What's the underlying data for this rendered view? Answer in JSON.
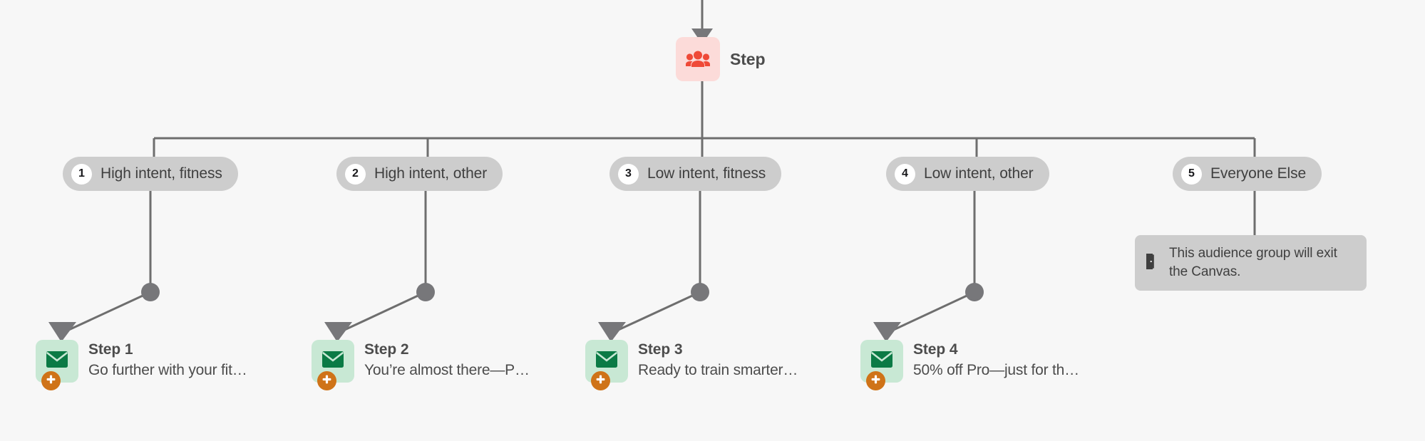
{
  "canvas": {
    "background_color": "#f7f7f7",
    "connector_color": "#6e6e6e"
  },
  "audience_node": {
    "label": "Step",
    "icon": "people-group-icon",
    "tile_color": "#fcdbd9",
    "icon_color": "#ef4a38"
  },
  "branches": [
    {
      "number": "1",
      "label": "High intent, fitness"
    },
    {
      "number": "2",
      "label": "High intent, other"
    },
    {
      "number": "3",
      "label": "Low intent, fitness"
    },
    {
      "number": "4",
      "label": "Low intent, other"
    },
    {
      "number": "5",
      "label": "Everyone Else"
    }
  ],
  "exit_callout": {
    "icon": "exit-door-icon",
    "text": "This audience group will exit the Canvas.",
    "background_color": "#cdcdcd"
  },
  "message_steps": [
    {
      "title": "Step 1",
      "subtitle": "Go further with your fit…"
    },
    {
      "title": "Step 2",
      "subtitle": "You’re almost there—P…"
    },
    {
      "title": "Step 3",
      "subtitle": "Ready to train smarter…"
    },
    {
      "title": "Step 4",
      "subtitle": "50% off Pro—just for th…"
    }
  ],
  "message_style": {
    "tile_color": "#c8e8d4",
    "icon": "envelope-icon",
    "icon_color": "#0b7a45",
    "badge_icon": "plus-icon",
    "badge_color": "#cf7318"
  }
}
